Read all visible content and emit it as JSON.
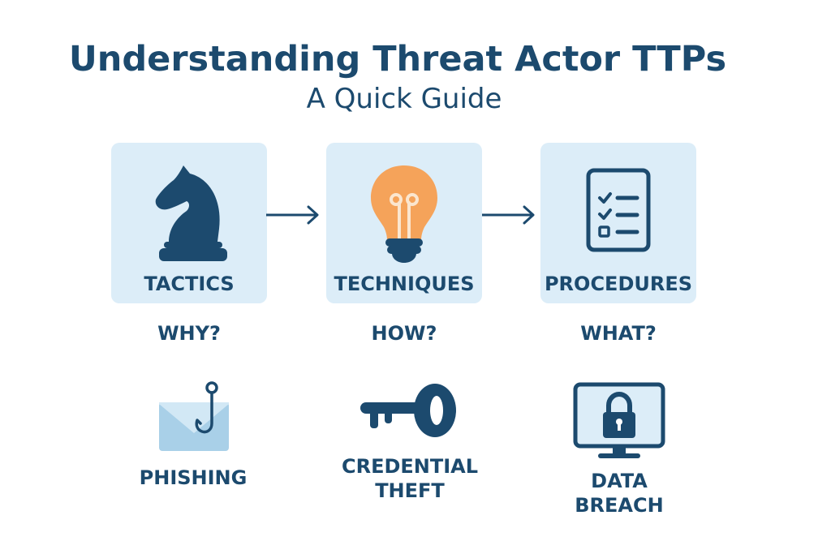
{
  "header": {
    "title": "Understanding Threat Actor TTPs",
    "subtitle": "A Quick Guide"
  },
  "colors": {
    "primary": "#1c4a6e",
    "card_background": "#dcedf8",
    "accent_bulb": "#f5a35a",
    "envelope": "#a9d0e8"
  },
  "ttp_cards": [
    {
      "label": "TACTICS",
      "question": "WHY?",
      "icon": "chess-knight-icon"
    },
    {
      "label": "TECHNIQUES",
      "question": "HOW?",
      "icon": "lightbulb-icon"
    },
    {
      "label": "PROCEDURES",
      "question": "WHAT?",
      "icon": "checklist-icon"
    }
  ],
  "examples": [
    {
      "line1": "PHISHING",
      "line2": "",
      "icon": "envelope-hook-icon"
    },
    {
      "line1": "CREDENTIAL",
      "line2": "THEFT",
      "icon": "key-icon"
    },
    {
      "line1": "DATA",
      "line2": "BREACH",
      "icon": "monitor-lock-icon"
    }
  ]
}
